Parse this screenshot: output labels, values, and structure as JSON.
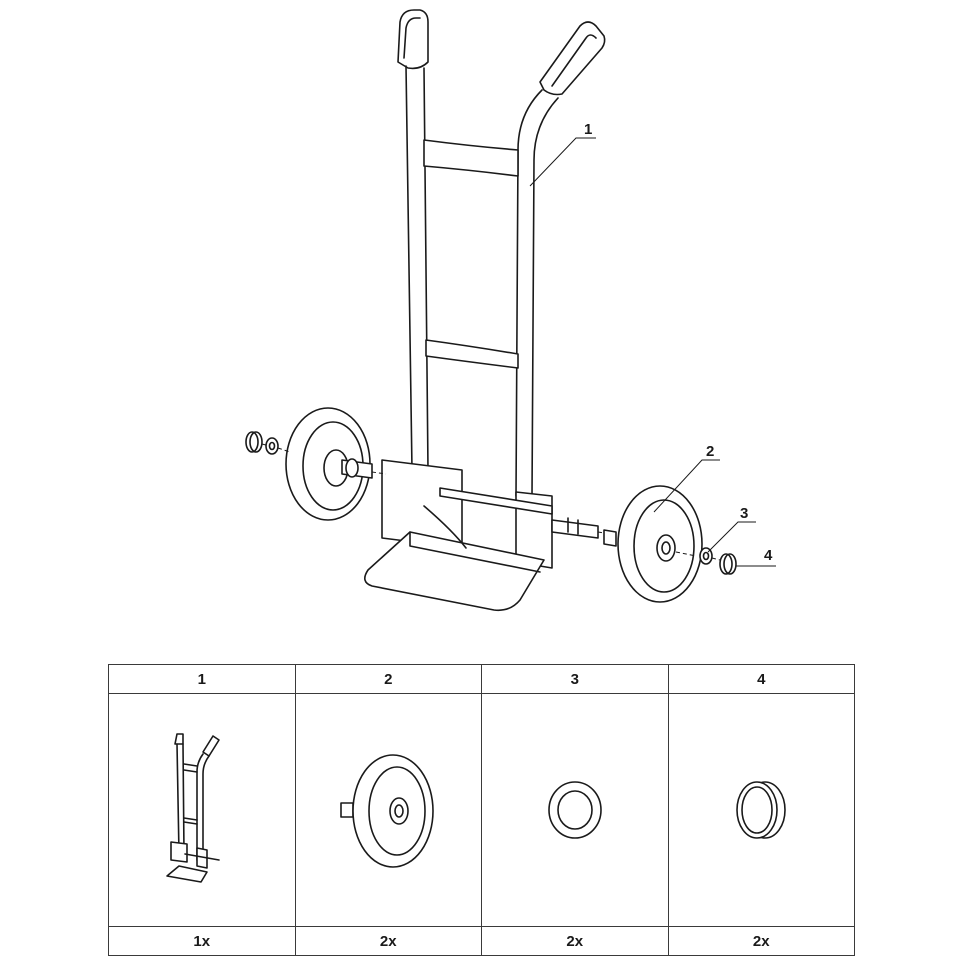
{
  "callouts": {
    "c1": "1",
    "c2": "2",
    "c3": "3",
    "c4": "4"
  },
  "parts": [
    {
      "number": "1",
      "quantity": "1x",
      "icon": "hand-truck-icon"
    },
    {
      "number": "2",
      "quantity": "2x",
      "icon": "wheel-icon"
    },
    {
      "number": "3",
      "quantity": "2x",
      "icon": "washer-icon"
    },
    {
      "number": "4",
      "quantity": "2x",
      "icon": "axle-cap-icon"
    }
  ]
}
